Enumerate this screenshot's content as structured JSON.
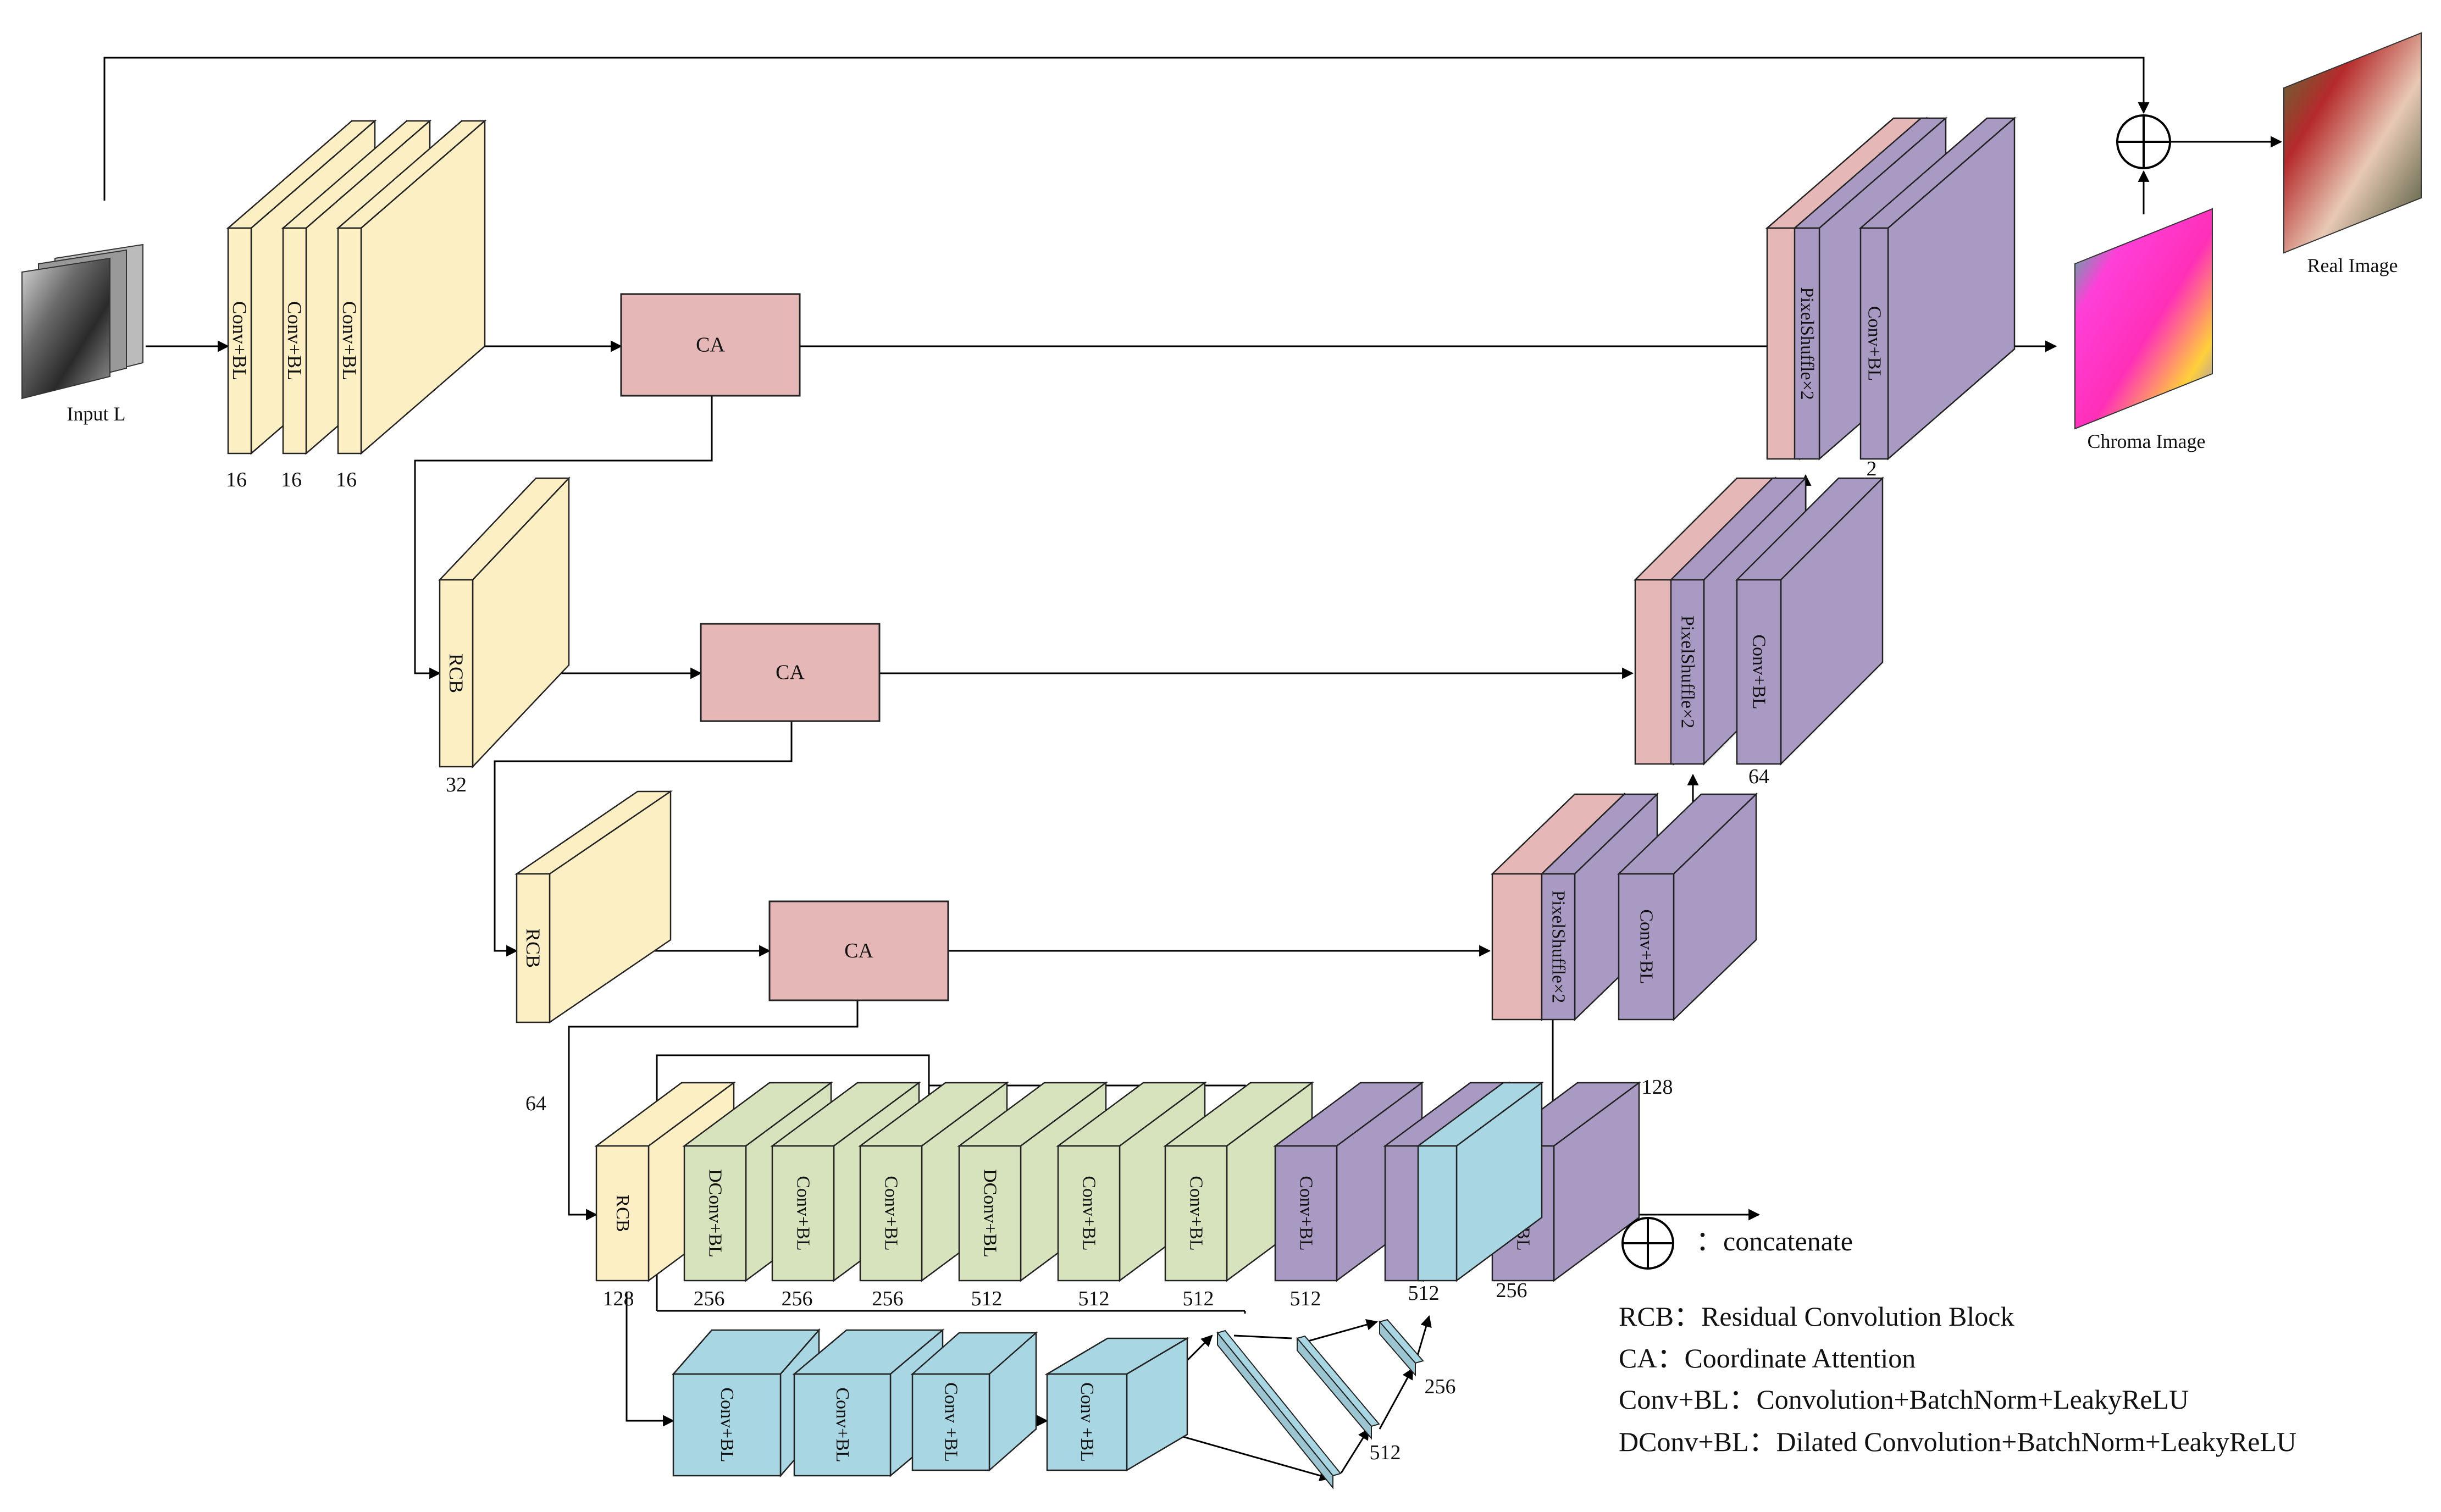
{
  "colors": {
    "encoder": "#fdefc4",
    "decoder": "#a99ac4",
    "attention": "#e5b8b7",
    "dilated": "#d6e3bd",
    "branch": "#a8d7e3",
    "pink": "#e5b8b7"
  },
  "images": {
    "input_label": "Input L",
    "chroma_label": "Chroma Image",
    "real_label": "Real Image"
  },
  "stage1": {
    "blocks": [
      "Conv+BL",
      "Conv+BL",
      "Conv+BL"
    ],
    "channels": [
      "16",
      "16",
      "16"
    ],
    "ca": "CA"
  },
  "stage2": {
    "block": "RCB",
    "channels": "32",
    "ca": "CA"
  },
  "stage3": {
    "block": "RCB",
    "channels": "64",
    "ca": "CA"
  },
  "bottleneck": {
    "blocks": [
      "RCB",
      "DConv+BL",
      "Conv+BL",
      "Conv+BL",
      "DConv+BL",
      "Conv+BL",
      "Conv+BL",
      "Conv+BL",
      "Conv+BL"
    ],
    "channels": [
      "128",
      "256",
      "256",
      "256",
      "512",
      "512",
      "512",
      "512",
      "512",
      "256"
    ]
  },
  "branch": {
    "blocks": [
      "Conv+BL",
      "Conv+BL",
      "Conv +BL",
      "Conv +BL"
    ],
    "channels": [
      "256",
      "512"
    ]
  },
  "decoder3": {
    "shuffle": "PixelShuffle×2",
    "conv": "Conv+BL",
    "channels": "128"
  },
  "decoder2": {
    "shuffle": "PixelShuffle×2",
    "conv": "Conv+BL",
    "channels": "64"
  },
  "decoder1": {
    "shuffle": "PixelShuffle×2",
    "conv": "Conv+BL",
    "channels": "2"
  },
  "legend": {
    "concat": "：concatenate",
    "rcb": "RCB：Residual Convolution Block",
    "ca": "CA：Coordinate Attention",
    "conv": "Conv+BL：Convolution+BatchNorm+LeakyReLU",
    "dconv": "DConv+BL：Dilated Convolution+BatchNorm+LeakyReLU"
  }
}
